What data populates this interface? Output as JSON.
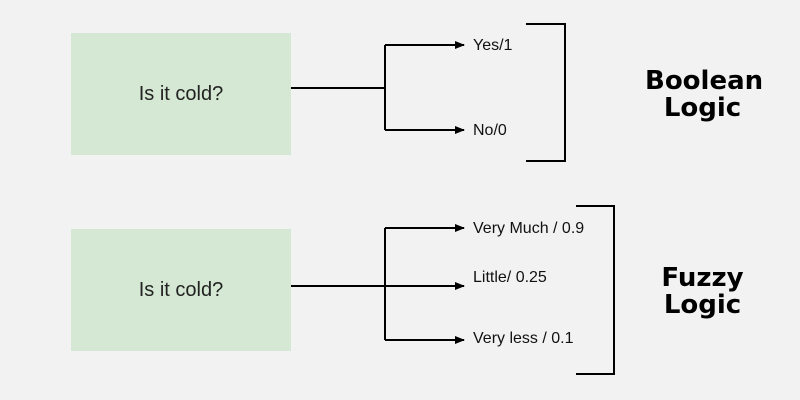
{
  "boolean_section": {
    "question": "Is it cold?",
    "outcomes": [
      "Yes/1",
      "No/0"
    ],
    "label_line1": "Boolean",
    "label_line2": "Logic"
  },
  "fuzzy_section": {
    "question": "Is it cold?",
    "outcomes": [
      "Very Much / 0.9",
      "Little/ 0.25",
      "Very less / 0.1"
    ],
    "label_line1": "Fuzzy",
    "label_line2": "Logic"
  },
  "colors": {
    "background": "#f2f2f2",
    "box_fill": "#d5e8d4",
    "line": "#000000"
  }
}
